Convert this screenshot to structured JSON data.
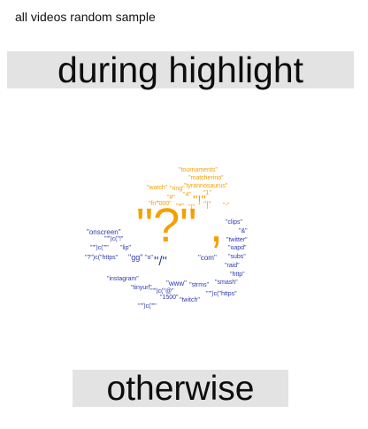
{
  "page": {
    "title": "all videos random sample",
    "top_heading": "during highlight",
    "bottom_heading": "otherwise"
  },
  "colors": {
    "highlight_words": "#f5a000",
    "other_words": "#2f3aa8",
    "heading_background": "#e3e3e3"
  },
  "word_cloud": {
    "orange_words": [
      "\"?\"",
      ",",
      "\"tournaments\"",
      "\"matcherino\"",
      "\"tyrannosaurus\"",
      "\"watch\"",
      "\"ring\"",
      "\"4\"",
      "\"1\"",
      "\"#\"",
      "\"!\"",
      "\"000\"",
      "\"|\"",
      "\"*\"",
      "\"(\"",
      "\"-\"",
      "\"fn\""
    ],
    "blue_words": [
      "\"clips\"",
      "\"&\"",
      "\"twitter\"",
      "\"oapd\"",
      "\"subs\"",
      "\"onscreen\"",
      "\"'\")c(\"!\"",
      "\"'\")c(\"'\"",
      "\"lip\"",
      "\"?\")c(\"https\"",
      "\"gg\"",
      "\"o\"",
      "\"/\"",
      "\"com\"",
      "\"raid\"",
      "\"instagram\"",
      "\"tinyurl\"",
      "\"www\"",
      "\"http\"",
      "\"smash\"",
      "\"strms\"",
      "\"1500\"",
      "\"twitch\"",
      "\"'\")c(\"https\"",
      "\"'\")c(\"@\"",
      "\"'\")c(\"'\""
    ]
  }
}
